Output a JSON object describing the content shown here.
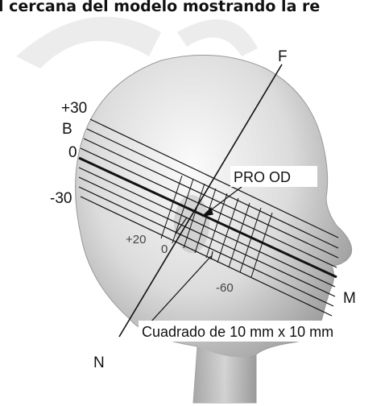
{
  "caption_top": "l cercana del modelo mostrando la re",
  "labels": {
    "F": "F",
    "plus30": "+30",
    "B": "B",
    "zero": "0",
    "minus30": "-30",
    "pro_od": "PRO OD",
    "plus20": "+20",
    "zero_small": "0",
    "minus60": "-60",
    "M": "M",
    "N": "N",
    "square_caption": "Cuadrado de 10 mm x 10 mm"
  },
  "colors": {
    "head_light": "#f4f4f4",
    "head_mid": "#cfcfcf",
    "head_dark": "#8f8f8f",
    "lines": "#111111",
    "watermark": "#e9e9e9"
  }
}
